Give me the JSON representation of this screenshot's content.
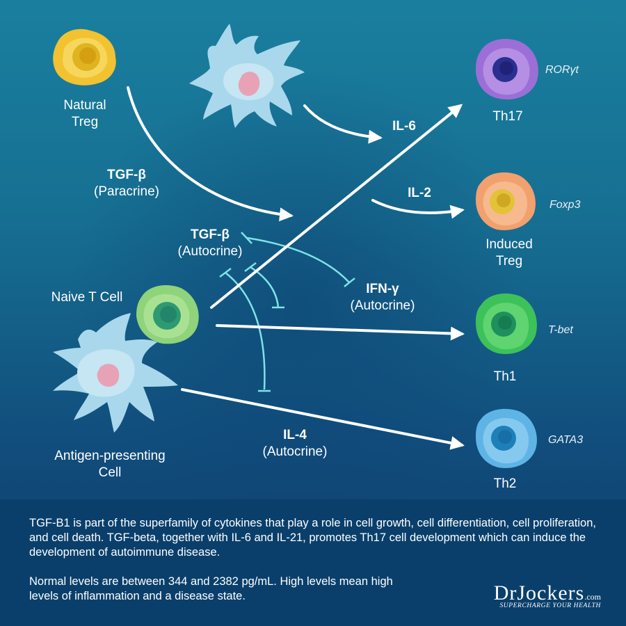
{
  "cells": {
    "natural_treg": "Natural\nTreg",
    "naive_t": "Naive T Cell",
    "apc": "Antigen-presenting\nCell",
    "th17": "Th17",
    "induced_treg": "Induced\nTreg",
    "th1": "Th1",
    "th2": "Th2"
  },
  "genes": {
    "th17": "RORγt",
    "treg": "Foxp3",
    "th1": "T-bet",
    "th2": "GATA3"
  },
  "signals": {
    "tgf_paracrine_name": "TGF-β",
    "tgf_paracrine_type": "(Paracrine)",
    "tgf_autocrine_name": "TGF-β",
    "tgf_autocrine_type": "(Autocrine)",
    "ifn_name": "IFN-γ",
    "ifn_type": "(Autocrine)",
    "il4_name": "IL-4",
    "il4_type": "(Autocrine)",
    "il6": "IL-6",
    "il2": "IL-2"
  },
  "footer": {
    "paragraph1": "TGF-B1 is part of the superfamily of cytokines that play a role in cell growth, cell differentiation, cell proliferation, and cell death. TGF-beta, together with IL-6 and IL-21, promotes Th17 cell development which can induce the development of autoimmune disease.",
    "paragraph2": "Normal levels are between 344 and 2382 pg/mL. High levels mean high levels of inflammation and a disease state."
  },
  "logo": {
    "brand": "DrJockers",
    "suffix": ".com",
    "tagline": "SUPERCHARGE YOUR HEALTH"
  },
  "colors": {
    "arrow": "#ffffff",
    "inhibition": "#7fe3e6",
    "natural_treg": "#f2c230",
    "th17": "#9b6fd6",
    "induced_treg": "#f2a06e",
    "th1": "#3dc25a",
    "th2": "#5fb4e6",
    "naive_t": "#8fd37a",
    "apc": "#a9d8ec"
  }
}
